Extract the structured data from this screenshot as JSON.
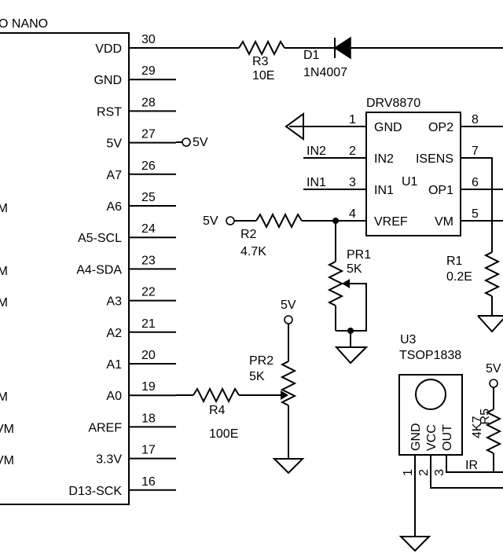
{
  "arduino": {
    "title": "O NANO",
    "pins": [
      {
        "label": "VDD",
        "num": "30"
      },
      {
        "label": "GND",
        "num": "29"
      },
      {
        "label": "RST",
        "num": "28"
      },
      {
        "label": "5V",
        "num": "27"
      },
      {
        "label": "A7",
        "num": "26"
      },
      {
        "label": "A6",
        "num": "25"
      },
      {
        "label": "A5-SCL",
        "num": "24"
      },
      {
        "label": "A4-SDA",
        "num": "23"
      },
      {
        "label": "A3",
        "num": "22"
      },
      {
        "label": "A2",
        "num": "21"
      },
      {
        "label": "A1",
        "num": "20"
      },
      {
        "label": "A0",
        "num": "19"
      },
      {
        "label": "AREF",
        "num": "18"
      },
      {
        "label": "3.3V",
        "num": "17"
      },
      {
        "label": "D13-SCK",
        "num": "16"
      }
    ],
    "left_fragments": [
      "M",
      "M",
      "M",
      "M",
      "VM",
      "VM"
    ],
    "pin27_net": "5V"
  },
  "r3": {
    "ref": "R3",
    "value": "10E"
  },
  "d1": {
    "ref": "D1",
    "value": "1N4007"
  },
  "drv": {
    "name": "DRV8870",
    "ref": "U1",
    "left_pins": [
      {
        "label": "GND",
        "num": "1"
      },
      {
        "label": "IN2",
        "num": "2"
      },
      {
        "label": "IN1",
        "num": "3"
      },
      {
        "label": "VREF",
        "num": "4"
      }
    ],
    "right_pins": [
      {
        "label": "OP2",
        "num": "8"
      },
      {
        "label": "ISENS",
        "num": "7"
      },
      {
        "label": "OP1",
        "num": "6"
      },
      {
        "label": "VM",
        "num": "5"
      }
    ],
    "net_in2": "IN2",
    "net_in1": "IN1"
  },
  "r2": {
    "ref": "R2",
    "value": "4.7K",
    "net": "5V"
  },
  "pr1": {
    "ref": "PR1",
    "value": "5K"
  },
  "r1": {
    "ref": "R1",
    "value": "0.2E"
  },
  "pr2": {
    "ref": "PR2",
    "value": "5K",
    "net": "5V"
  },
  "r4": {
    "ref": "R4",
    "value": "100E"
  },
  "u3": {
    "ref": "U3",
    "name": "TSOP1838",
    "pins": [
      {
        "label": "GND",
        "num": "1"
      },
      {
        "label": "VCC",
        "num": "2"
      },
      {
        "label": "OUT",
        "num": "3"
      }
    ],
    "net_out": "IR"
  },
  "r5": {
    "ref": "R5",
    "value": "4K7",
    "net": "5V"
  }
}
